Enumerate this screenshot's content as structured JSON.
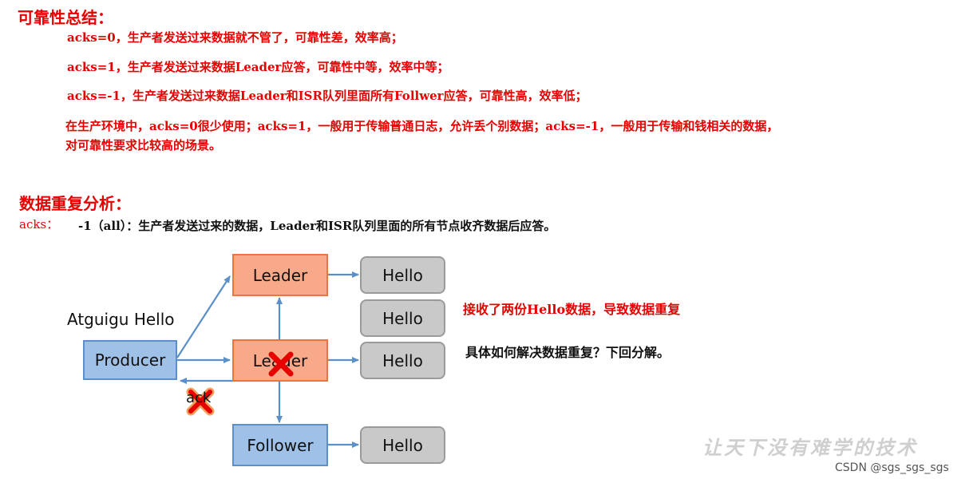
{
  "reliability": {
    "heading": "可靠性总结：",
    "line1": "acks=0，生产者发送过来数据就不管了，可靠性差，效率高；",
    "line2": "acks=1，生产者发送过来数据Leader应答，可靠性中等，效率中等；",
    "line3": "acks=-1，生产者发送过来数据Leader和ISR队列里面所有Follwer应答，可靠性高，效率低；",
    "line4a": "在生产环境中，acks=0很少使用；acks=1，一般用于传输普通日志，允许丢个别数据；acks=-1，一般用于传输和钱相关的数据，",
    "line4b": "对可靠性要求比较高的场景。"
  },
  "duplication": {
    "heading": "数据重复分析：",
    "acks_label": "acks：",
    "acks_desc": "-1（all）：生产者发送过来的数据，Leader和ISR队列里面的所有节点收齐数据后应答。"
  },
  "diagram": {
    "leader_top": "Leader",
    "leader_mid": "Leader",
    "producer": "Producer",
    "follower": "Follower",
    "hello_1": "Hello",
    "hello_2": "Hello",
    "hello_3": "Hello",
    "hello_4": "Hello",
    "message": "Atguigu Hello",
    "ack": "ack",
    "note_duplicate": "接收了两份Hello数据，导致数据重复",
    "note_solution": "具体如何解决数据重复？下回分解。",
    "colors": {
      "leader_fill": "#f7a98a",
      "producer_fill": "#9fc1e8",
      "hello_fill": "#c9c9c9",
      "arrow": "#5b8fc9",
      "cross": "#e60000"
    }
  },
  "footer": {
    "watermark": "让天下没有难学的技术",
    "csdn": "CSDN @sgs_sgs_sgs"
  }
}
